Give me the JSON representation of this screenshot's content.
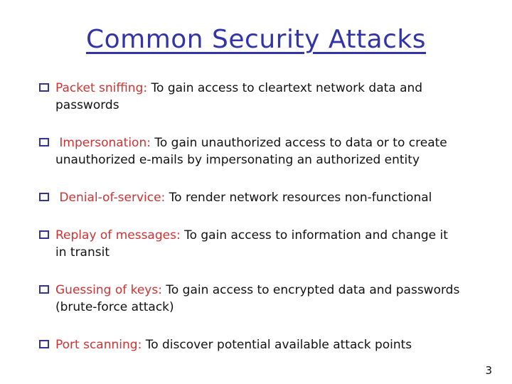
{
  "slide": {
    "title": "Common Security Attacks",
    "page_number": "3",
    "colors": {
      "title_blue": "#3333aa",
      "lead_red": "#cc3333",
      "body_black": "#111111",
      "bullet_border_navy": "#333399"
    },
    "bullets": [
      {
        "lead": "Packet sniffing:",
        "rest": " To gain access to cleartext network data and\npasswords"
      },
      {
        "lead": " Impersonation:",
        "rest": " To gain unauthorized access to data or to create\nunauthorized e-mails by impersonating an authorized entity"
      },
      {
        "lead": " Denial-of-service:",
        "rest": " To render network resources non-functional"
      },
      {
        "lead": "Replay of messages:",
        "rest": " To gain access to information and change it\nin transit"
      },
      {
        "lead": "Guessing of keys:",
        "rest": " To gain access to encrypted data and passwords\n(brute-force attack)"
      },
      {
        "lead": "Port scanning:",
        "rest": " To discover potential available attack points"
      }
    ]
  }
}
